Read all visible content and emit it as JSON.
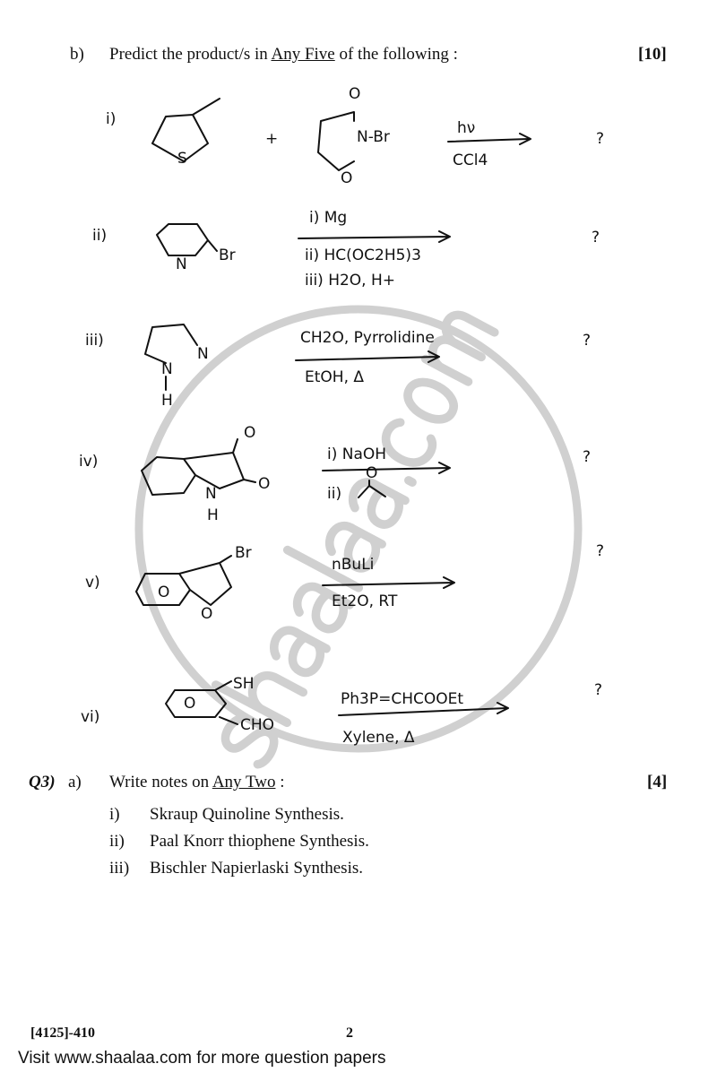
{
  "q2b": {
    "label": "b)",
    "text_pre": "Predict the product/s in ",
    "text_u": "Any Five",
    "text_post": " of the following :",
    "marks": "[10]"
  },
  "reactions": [
    {
      "num": "i)",
      "reagent_plus": "+",
      "above": "hν",
      "below": "CCl4",
      "nbs_o": "O",
      "nbs_n": "N-Br",
      "hetero": "S",
      "product": "?"
    },
    {
      "num": "ii)",
      "sub": "Br",
      "hetero": "N",
      "above": "i) Mg",
      "below": "ii) HC(OC2H5)3",
      "below2": "iii) H2O, H+",
      "product": "?"
    },
    {
      "num": "iii)",
      "above": "CH2O, Pyrrolidine",
      "below": "EtOH, Δ",
      "n1": "N",
      "n2": "N",
      "h": "H",
      "product": "?"
    },
    {
      "num": "iv)",
      "above": "i) NaOH",
      "below": "ii)",
      "o1": "O",
      "o2": "O",
      "n": "N",
      "h": "H",
      "ketone_o": "O",
      "product": "?"
    },
    {
      "num": "v)",
      "sub": "Br",
      "hetero": "O",
      "ring": "O",
      "above": "nBuLi",
      "below": "Et2O, RT",
      "product": "?"
    },
    {
      "num": "vi)",
      "sub1": "SH",
      "sub2": "CHO",
      "ring": "O",
      "above": "Ph3P=CHCOOEt",
      "below": "Xylene, Δ",
      "product": "?"
    }
  ],
  "q3": {
    "label": "Q3)",
    "part": "a)",
    "text_pre": "Write notes on ",
    "text_u": "Any Two",
    "text_post": " :",
    "marks": "[4]",
    "items": [
      {
        "num": "i)",
        "text": "Skraup Quinoline Synthesis."
      },
      {
        "num": "ii)",
        "text": "Paal Knorr thiophene Synthesis."
      },
      {
        "num": "iii)",
        "text": "Bischler Napierlaski Synthesis."
      }
    ]
  },
  "footer": {
    "code": "[4125]-410",
    "page": "2",
    "watermark_link": "Visit www.shaalaa.com for more question papers"
  },
  "watermark": {
    "text": "shaalaa.com",
    "color": "#d0d0d0"
  }
}
